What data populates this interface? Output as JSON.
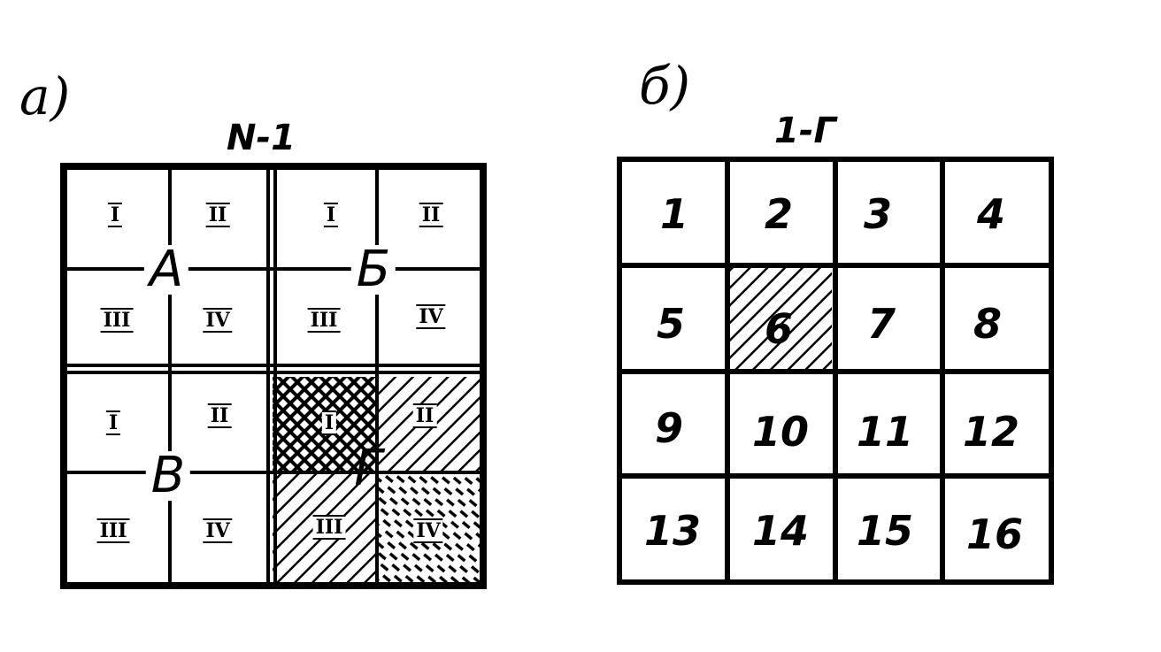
{
  "panel_a": {
    "label": "а)",
    "title": "N-1",
    "quadrants": [
      {
        "letter": "А",
        "cells": [
          "I",
          "II",
          "III",
          "IV"
        ]
      },
      {
        "letter": "Б",
        "cells": [
          "I",
          "II",
          "III",
          "IV"
        ]
      },
      {
        "letter": "В",
        "cells": [
          "I",
          "II",
          "III",
          "IV"
        ]
      },
      {
        "letter": "Г",
        "cells": [
          "I",
          "II",
          "III",
          "IV"
        ]
      }
    ]
  },
  "panel_b": {
    "label": "б)",
    "title": "1-Г",
    "cells": [
      "1",
      "2",
      "3",
      "4",
      "5",
      "6",
      "7",
      "8",
      "9",
      "10",
      "11",
      "12",
      "13",
      "14",
      "15",
      "16"
    ],
    "highlighted_cell": "6"
  }
}
